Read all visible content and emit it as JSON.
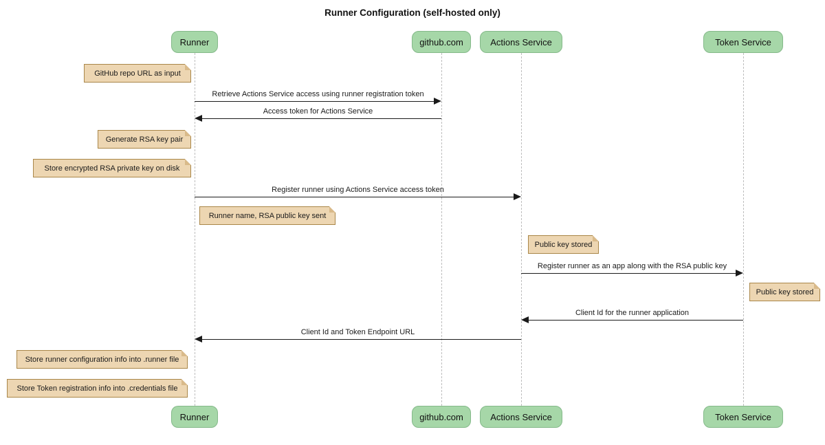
{
  "diagram": {
    "title": "Runner Configuration (self-hosted only)",
    "actors": [
      {
        "label": "Runner"
      },
      {
        "label": "github.com"
      },
      {
        "label": "Actions Service"
      },
      {
        "label": "Token Service"
      }
    ],
    "messages": [
      {
        "label": "Retrieve Actions Service access using runner registration token",
        "from": "Runner",
        "to": "github.com",
        "direction": "right"
      },
      {
        "label": "Access token for Actions Service",
        "from": "github.com",
        "to": "Runner",
        "direction": "left"
      },
      {
        "label": "Register runner using Actions Service access token",
        "from": "Runner",
        "to": "Actions Service",
        "direction": "right"
      },
      {
        "label": "Register runner as an app along with the RSA public key",
        "from": "Actions Service",
        "to": "Token Service",
        "direction": "right"
      },
      {
        "label": "Client Id for the runner application",
        "from": "Token Service",
        "to": "Actions Service",
        "direction": "left"
      },
      {
        "label": "Client Id and Token Endpoint URL",
        "from": "Actions Service",
        "to": "Runner",
        "direction": "left"
      }
    ],
    "notes": [
      {
        "label": "GitHub repo URL as input",
        "position": "left of Runner"
      },
      {
        "label": "Generate RSA key pair",
        "position": "left of Runner"
      },
      {
        "label": "Store encrypted RSA private key on disk",
        "position": "left of Runner"
      },
      {
        "label": "Runner name, RSA public key sent",
        "position": "right of Runner"
      },
      {
        "label": "Public key stored",
        "position": "right of Actions Service"
      },
      {
        "label": "Public key stored",
        "position": "right of Token Service"
      },
      {
        "label": "Store runner configuration info into .runner file",
        "position": "left of Runner"
      },
      {
        "label": "Store Token registration info into .credentials file",
        "position": "left of Runner"
      }
    ],
    "colors": {
      "actor_fill": "#a6d7a8",
      "actor_border": "#84b989",
      "note_fill": "#edd6b2",
      "note_border": "#a98648",
      "lifeline": "#bdbdbd",
      "arrow": "#1a1a1a"
    }
  }
}
